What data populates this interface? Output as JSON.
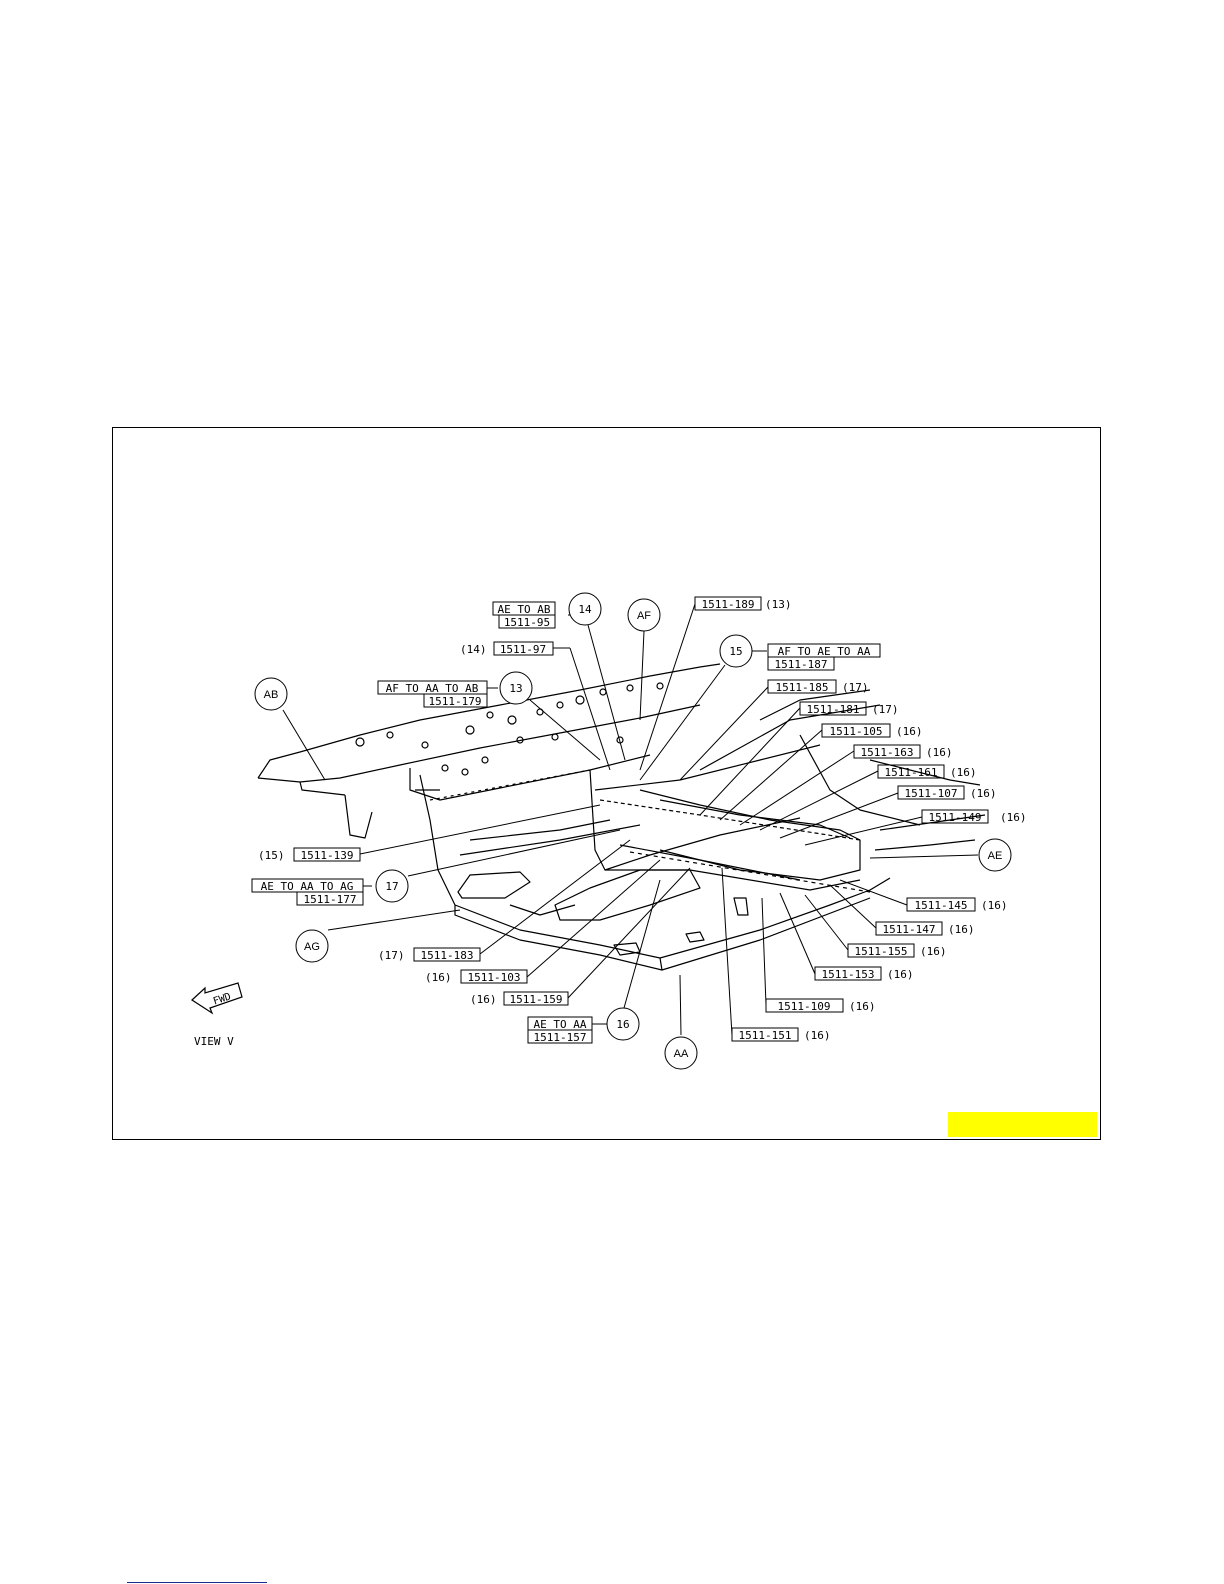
{
  "view_label": "VIEW V",
  "fwd_label": "FWD",
  "assemblies": [
    {
      "id": "ab",
      "text": "AB"
    },
    {
      "id": "af",
      "text": "AF"
    },
    {
      "id": "ae",
      "text": "AE"
    },
    {
      "id": "ag",
      "text": "AG"
    },
    {
      "id": "aa",
      "text": "AA"
    }
  ],
  "groups": [
    {
      "id": "g13",
      "num": "13",
      "line1": "AF TO AA TO AB",
      "line2": "1511-179"
    },
    {
      "id": "g14",
      "num": "14",
      "line1": "AE TO AB",
      "line2": "1511-95"
    },
    {
      "id": "g15",
      "num": "15",
      "line1": "AF TO AE TO AA",
      "line2": "1511-187"
    },
    {
      "id": "g16",
      "num": "16",
      "line1": "AE TO AA",
      "line2": "1511-157"
    },
    {
      "id": "g17",
      "num": "17",
      "line1": "AE TO AA TO AG",
      "line2": "1511-177"
    }
  ],
  "callouts": [
    {
      "id": "c97",
      "code": "1511-97",
      "ref": "(14)"
    },
    {
      "id": "c189",
      "code": "1511-189",
      "ref": "(13)"
    },
    {
      "id": "c185",
      "code": "1511-185",
      "ref": "(17)"
    },
    {
      "id": "c181",
      "code": "1511-181",
      "ref": "(17)"
    },
    {
      "id": "c105",
      "code": "1511-105",
      "ref": "(16)"
    },
    {
      "id": "c163",
      "code": "1511-163",
      "ref": "(16)"
    },
    {
      "id": "c161",
      "code": "1511-161",
      "ref": "(16)"
    },
    {
      "id": "c107",
      "code": "1511-107",
      "ref": "(16)"
    },
    {
      "id": "c149",
      "code": "1511-149",
      "ref": "(16)"
    },
    {
      "id": "c139",
      "code": "1511-139",
      "ref": "(15)"
    },
    {
      "id": "c145",
      "code": "1511-145",
      "ref": "(16)"
    },
    {
      "id": "c147",
      "code": "1511-147",
      "ref": "(16)"
    },
    {
      "id": "c155",
      "code": "1511-155",
      "ref": "(16)"
    },
    {
      "id": "c153",
      "code": "1511-153",
      "ref": "(16)"
    },
    {
      "id": "c109",
      "code": "1511-109",
      "ref": "(16)"
    },
    {
      "id": "c151",
      "code": "1511-151",
      "ref": "(16)"
    },
    {
      "id": "c183",
      "code": "1511-183",
      "ref": "(17)"
    },
    {
      "id": "c103",
      "code": "1511-103",
      "ref": "(16)"
    },
    {
      "id": "c159",
      "code": "1511-159",
      "ref": "(16)"
    }
  ]
}
